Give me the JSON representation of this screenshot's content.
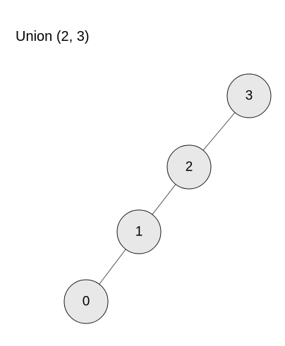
{
  "title": "Union (2, 3)",
  "colors": {
    "node_fill": "#e8e8e8",
    "node_stroke": "#1a1a1a",
    "edge_stroke": "#555555",
    "text": "#000000"
  },
  "nodes": [
    {
      "id": "3",
      "label": "3"
    },
    {
      "id": "2",
      "label": "2"
    },
    {
      "id": "1",
      "label": "1"
    },
    {
      "id": "0",
      "label": "0"
    }
  ],
  "edges": [
    {
      "from": "3",
      "to": "2"
    },
    {
      "from": "2",
      "to": "1"
    },
    {
      "from": "1",
      "to": "0"
    }
  ]
}
